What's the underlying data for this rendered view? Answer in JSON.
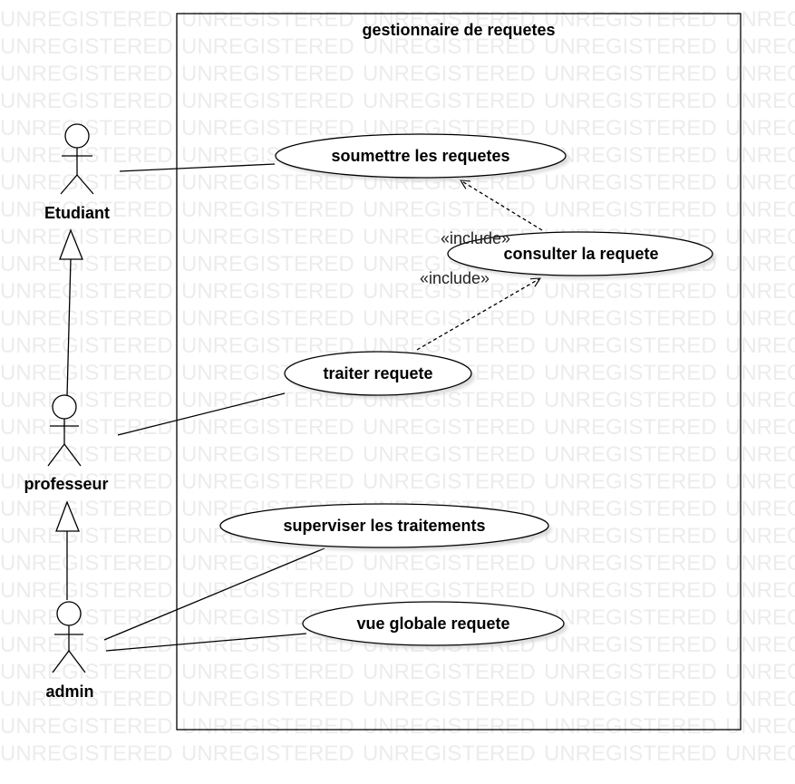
{
  "watermark": {
    "text": "UNREGISTERED"
  },
  "system_boundary": {
    "title": "gestionnaire de requetes"
  },
  "actors": [
    {
      "id": "etudiant",
      "name": "Etudiant"
    },
    {
      "id": "professeur",
      "name": "professeur"
    },
    {
      "id": "admin",
      "name": "admin"
    }
  ],
  "use_cases": [
    {
      "id": "soumettre",
      "label": "soumettre les requetes"
    },
    {
      "id": "consulter",
      "label": "consulter la requete"
    },
    {
      "id": "traiter",
      "label": "traiter requete"
    },
    {
      "id": "superviser",
      "label": "superviser les traitements"
    },
    {
      "id": "vue_globale",
      "label": "vue globale requete"
    }
  ],
  "relations": {
    "include_label": "«include»",
    "includes": [
      {
        "from": "consulter",
        "to": "soumettre",
        "label": "«include»"
      },
      {
        "from": "traiter",
        "to": "consulter",
        "label": "«include»"
      }
    ],
    "generalizations": [
      {
        "child": "professeur",
        "parent": "etudiant"
      },
      {
        "child": "admin",
        "parent": "professeur"
      }
    ],
    "associations": [
      {
        "actor": "etudiant",
        "use_case": "soumettre"
      },
      {
        "actor": "professeur",
        "use_case": "traiter"
      },
      {
        "actor": "admin",
        "use_case": "superviser"
      },
      {
        "actor": "admin",
        "use_case": "vue_globale"
      }
    ]
  },
  "colors": {
    "line": "#000000",
    "background": "#ffffff",
    "shadow": "#cccccc",
    "watermark": "#ececec"
  }
}
